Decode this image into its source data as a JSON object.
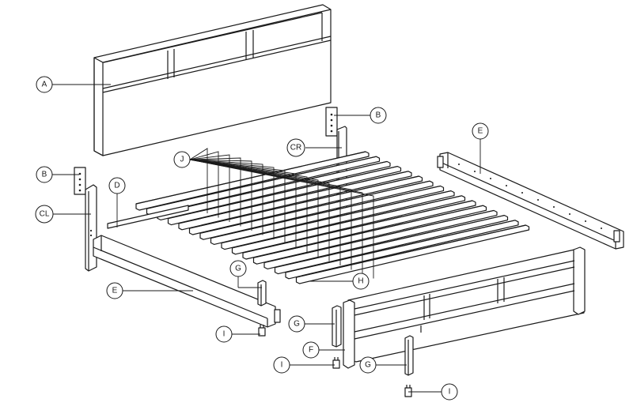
{
  "callouts": [
    {
      "key": "A",
      "label": "A"
    },
    {
      "key": "B1",
      "label": "B"
    },
    {
      "key": "B2",
      "label": "B"
    },
    {
      "key": "CR",
      "label": "CR"
    },
    {
      "key": "CL",
      "label": "CL"
    },
    {
      "key": "J",
      "label": "J"
    },
    {
      "key": "D",
      "label": "D"
    },
    {
      "key": "E1",
      "label": "E"
    },
    {
      "key": "E2",
      "label": "E"
    },
    {
      "key": "G1",
      "label": "G"
    },
    {
      "key": "G2",
      "label": "G"
    },
    {
      "key": "G3",
      "label": "G"
    },
    {
      "key": "H",
      "label": "H"
    },
    {
      "key": "F",
      "label": "F"
    },
    {
      "key": "I1",
      "label": "I"
    },
    {
      "key": "I2",
      "label": "I"
    },
    {
      "key": "I3",
      "label": "I"
    }
  ]
}
